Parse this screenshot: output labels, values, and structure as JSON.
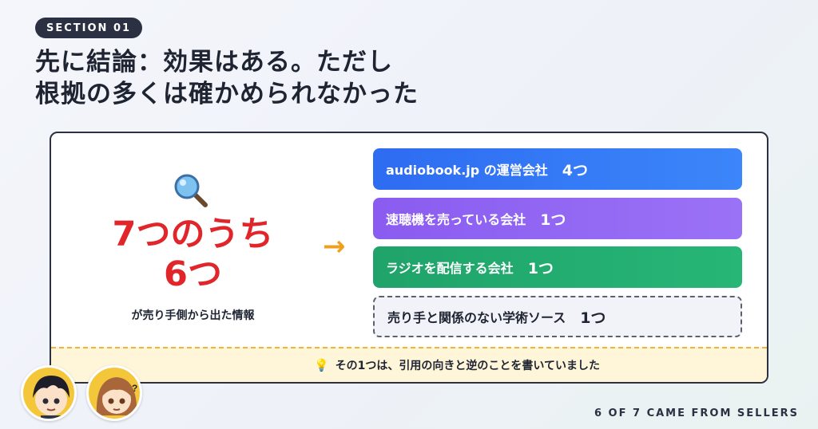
{
  "section": {
    "label": "SECTION 01"
  },
  "title": {
    "line1": "先に結論：効果はある。ただし",
    "line2": "根拠の多くは確かめられなかった"
  },
  "summary": {
    "big_line1": "7つのうち",
    "big_line2": "6つ",
    "sub": "が売り手側から出た情報"
  },
  "arrow": "→",
  "sources": [
    {
      "label": "audiobook.jp の運営会社",
      "count": "4つ",
      "color": "#2e6cf2"
    },
    {
      "label": "速聴機を売っている会社",
      "count": "1つ",
      "color": "#8a5cf0"
    },
    {
      "label": "ラジオを配信する会社",
      "count": "1つ",
      "color": "#1fa36a"
    },
    {
      "label": "売り手と関係のない学術ソース",
      "count": "1つ",
      "color": "#f1f3f8"
    }
  ],
  "note": {
    "icon": "lightbulb-icon",
    "text": "その1つは、引用の向きと逆のことを書いていました"
  },
  "caption": "6 OF 7 CAME FROM SELLERS",
  "icons": [
    "magnifier-icon",
    "lightbulb-icon"
  ],
  "colors": {
    "accent_red": "#e0262b",
    "arrow": "#f0a020",
    "dark": "#2b3142",
    "note_bg": "#fff6da"
  }
}
